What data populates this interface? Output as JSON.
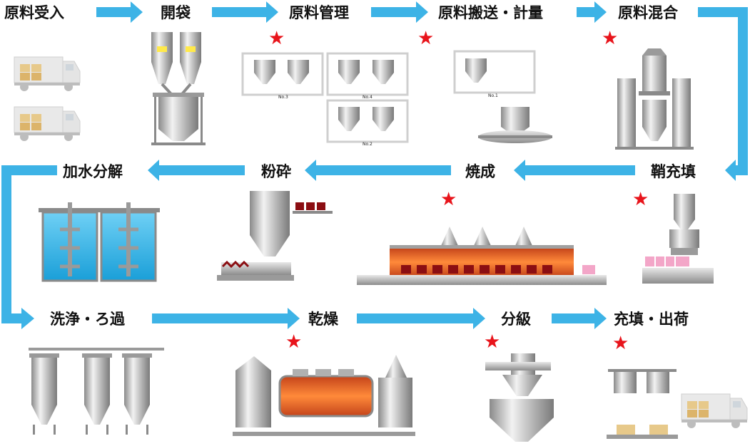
{
  "steps": [
    {
      "id": "s1",
      "label": "原料受入",
      "star": false
    },
    {
      "id": "s2",
      "label": "開袋",
      "star": false
    },
    {
      "id": "s3",
      "label": "原料管理",
      "star": true
    },
    {
      "id": "s4",
      "label": "原料搬送・計量",
      "star": true
    },
    {
      "id": "s5",
      "label": "原料混合",
      "star": true
    },
    {
      "id": "s6",
      "label": "鞘充填",
      "star": true
    },
    {
      "id": "s7",
      "label": "焼成",
      "star": true
    },
    {
      "id": "s8",
      "label": "粉砕",
      "star": false
    },
    {
      "id": "s9",
      "label": "加水分解",
      "star": false
    },
    {
      "id": "s10",
      "label": "洗浄・ろ過",
      "star": false
    },
    {
      "id": "s11",
      "label": "乾燥",
      "star": true
    },
    {
      "id": "s12",
      "label": "分級",
      "star": true
    },
    {
      "id": "s13",
      "label": "充填・出荷",
      "star": true
    }
  ],
  "storage_labels": {
    "no1": "No.1",
    "no2": "No.2",
    "no3": "No.3",
    "no4": "No.4"
  },
  "colors": {
    "arrow": "#3db3e6",
    "star": "#e8141b",
    "steel": "#b8b8b8",
    "water": "#25aee6",
    "hot": "#f06a26",
    "sagger": "#f3a6c8"
  }
}
